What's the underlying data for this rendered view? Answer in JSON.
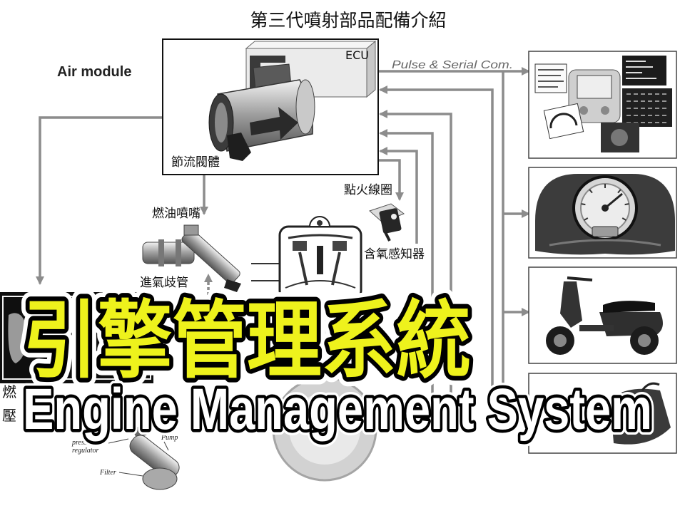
{
  "page_title": "第三代噴射部品配備介紹",
  "air_module": {
    "label": "Air module",
    "ecu_label": "ECU",
    "throttle_body_label": "節流閥體"
  },
  "signal_bus": {
    "label": "Pulse & Serial Com."
  },
  "components": {
    "fuel_injector": "燃油噴嘴",
    "intake_manifold": "進氣歧管",
    "ignition_coil": "點火線圈",
    "oxygen_sensor": "含氧感知器"
  },
  "fuel_system": {
    "left_label_top": "燃",
    "left_label_bottom": "壓",
    "pump": "Pump",
    "regulator_line1": "pressure",
    "regulator_line2": "regulator",
    "filter": "Filter"
  },
  "overlay_title": {
    "chinese": "引擎管理系統",
    "english": "Engine Management System"
  },
  "colors": {
    "title_fill": "#eef21c",
    "english_fill": "#ffffff",
    "connector_line": "#8c8c8c"
  }
}
